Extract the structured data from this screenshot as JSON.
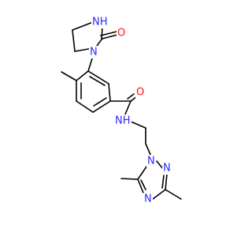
{
  "molecule": {
    "atoms": {
      "n_imidazolidinone_nh": {
        "text": "NH",
        "element": "N"
      },
      "o_imidazolidinone": {
        "text": "O",
        "element": "O"
      },
      "n_imidazolidinone_ring": {
        "text": "N",
        "element": "N"
      },
      "o_amide": {
        "text": "O",
        "element": "O"
      },
      "n_amide_nh": {
        "text": "NH",
        "element": "N"
      },
      "n_triazole_1": {
        "text": "N",
        "element": "N"
      },
      "n_triazole_2": {
        "text": "N",
        "element": "N"
      },
      "n_triazole_4": {
        "text": "N",
        "element": "N"
      }
    },
    "colors": {
      "N": "#2929ff",
      "O": "#ff0d0d",
      "C": "#000000"
    }
  }
}
